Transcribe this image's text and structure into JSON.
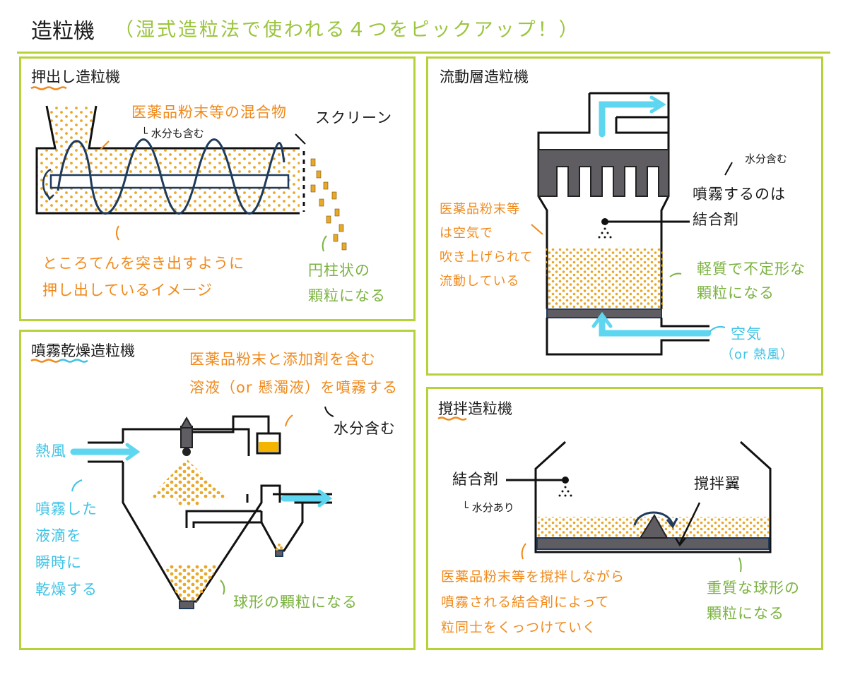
{
  "header": {
    "title": "造粒機",
    "subtitle": "（湿式造粒法で使われる４つをピックアップ！）"
  },
  "panels": {
    "extrusion": {
      "title": "押出し造粒機",
      "material": "医薬品粉末等の混合物",
      "material_note": "└ 水分も含む",
      "screen": "スクリーン",
      "desc_line1": "ところてんを突き出すように",
      "desc_line2": "押し出しているイメージ",
      "result_line1": "円柱状の",
      "result_line2": "顆粒になる"
    },
    "fluidized": {
      "title": "流動層造粒機",
      "moisture": "水分含む",
      "spray_line1": "噴霧するのは",
      "spray_line2": "結合剤",
      "powder_line1": "医薬品粉末等",
      "powder_line2": "は空気で",
      "powder_line3": "吹き上げられて",
      "powder_line4": "流動している",
      "result_line1": "軽質で不定形な",
      "result_line2": "顆粒になる",
      "air_line1": "空気",
      "air_line2": "（or 熱風）"
    },
    "spray": {
      "title": "噴霧乾燥造粒機",
      "solution_line1": "医薬品粉末と添加剤を含む",
      "solution_line2": "溶液（or 懸濁液）を噴霧する",
      "moisture": "水分含む",
      "hot_air": "熱風",
      "drop_line1": "噴霧した",
      "drop_line2": "液滴を",
      "drop_line3": "瞬時に",
      "drop_line4": "乾燥する",
      "result": "球形の顆粒になる"
    },
    "agitation": {
      "title": "撹拌造粒機",
      "binder": "結合剤",
      "binder_note": "└ 水分あり",
      "blade": "撹拌翼",
      "desc_line1": "医薬品粉末等を撹拌しながら",
      "desc_line2": "噴霧される結合剤によって",
      "desc_line3": "粒同士をくっつけていく",
      "result_line1": "重質な球形の",
      "result_line2": "顆粒になる"
    }
  },
  "colors": {
    "frame": "#b6d23a",
    "orange": "#f08a1c",
    "green": "#7cb342",
    "cyan": "#3ec3e6",
    "navy": "#1f3b5c",
    "gray": "#5f5d62",
    "granule": "#e8a82a",
    "liquid": "#f5b400"
  }
}
